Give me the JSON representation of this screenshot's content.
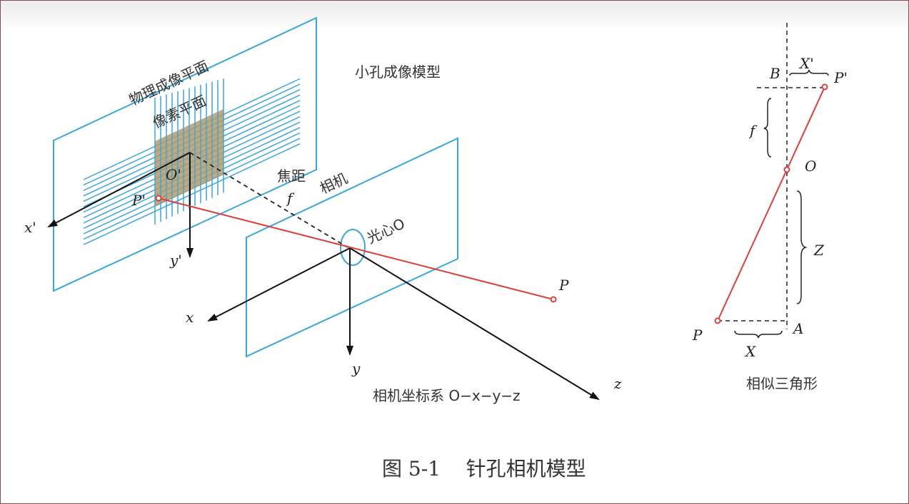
{
  "colors": {
    "plane": "#3aa7dc",
    "ray": "#d9413a",
    "axis": "#111111",
    "pixel_fill": "#b59a6a"
  },
  "left": {
    "title": "小孔成像模型",
    "physical_plane": "物理成像平面",
    "pixel_plane": "像素平面",
    "focal_label": "焦距",
    "focal_symbol": "f",
    "camera_label": "相机",
    "optical_center": "光心O",
    "o_prime": "O'",
    "p_prime": "P'",
    "x_prime": "x'",
    "y_prime": "y'",
    "p": "P",
    "x": "x",
    "y": "y",
    "z": "z",
    "coord_system": "相机坐标系 O−x−y−z"
  },
  "right": {
    "b": "B",
    "x_prime": "X'",
    "p_prime": "P'",
    "f": "f",
    "o": "O",
    "z": "Z",
    "p": "P",
    "a": "A",
    "x": "X",
    "title": "相似三角形"
  },
  "caption": "图 5-1    针孔相机模型"
}
